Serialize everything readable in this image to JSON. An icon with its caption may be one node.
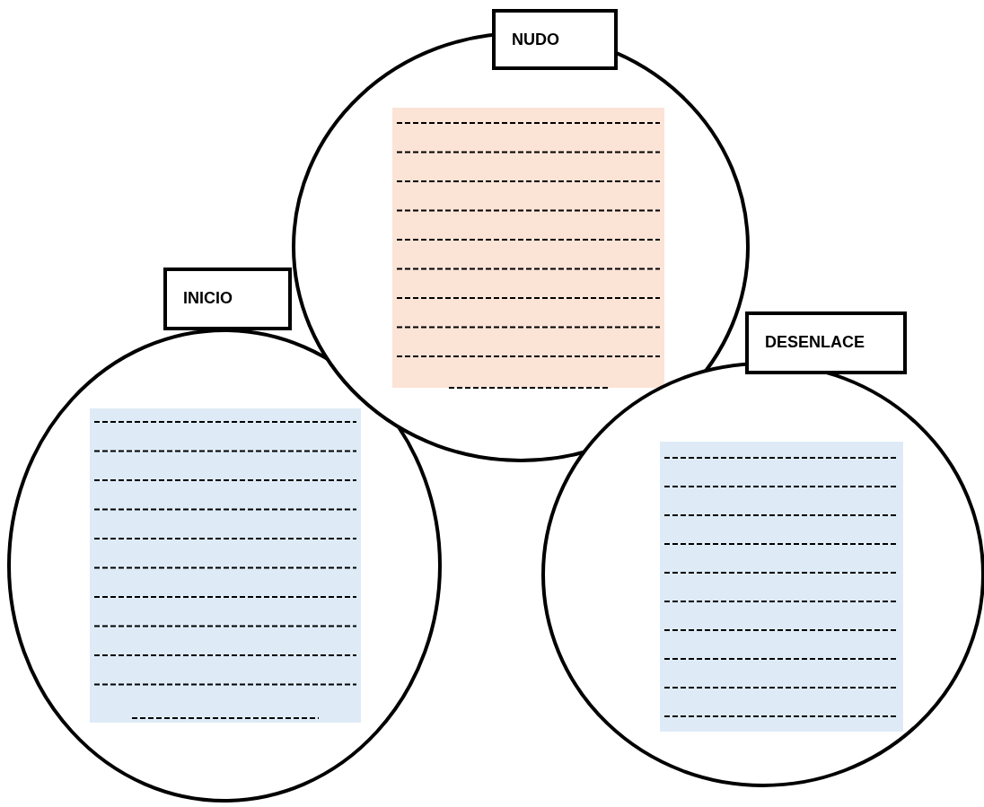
{
  "diagram": {
    "nodes": [
      {
        "text": [
          "INICIO"
        ]
      },
      {
        "text": [
          "NUDO"
        ]
      },
      {
        "text": [
          "DESENLACE"
        ]
      }
    ]
  }
}
